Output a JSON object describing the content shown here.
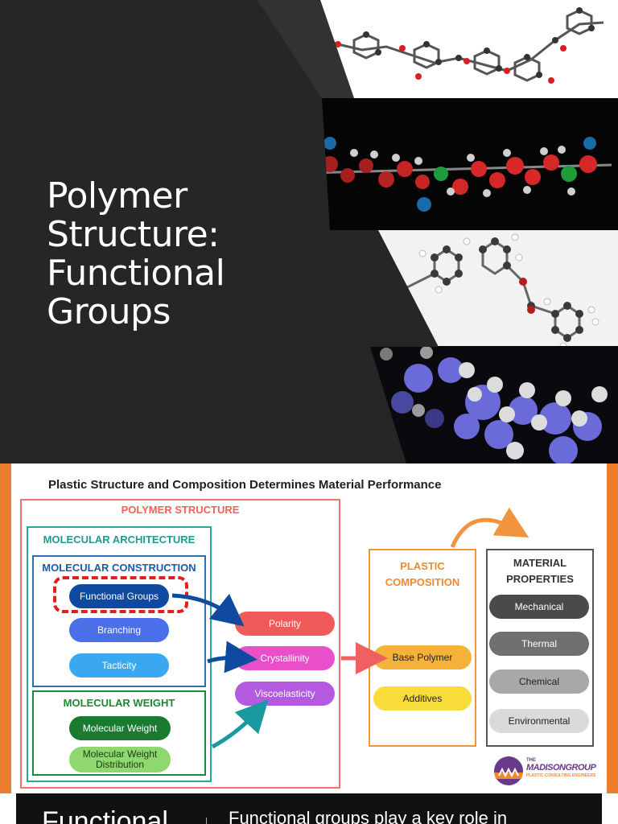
{
  "slide1": {
    "title_lines": [
      "Polymer",
      "Structure:",
      "Functional",
      "Groups"
    ]
  },
  "slide2": {
    "title": "Plastic Structure and Composition Determines Material Performance",
    "polymer_structure": "POLYMER STRUCTURE",
    "molecular_architecture": "MOLECULAR ARCHITECTURE",
    "molecular_construction": "MOLECULAR CONSTRUCTION",
    "construction_items": [
      "Functional Groups",
      "Branching",
      "Tacticity"
    ],
    "molecular_weight_title": "MOLECULAR WEIGHT",
    "weight_items": [
      "Molecular Weight",
      "Molecular Weight Distribution"
    ],
    "properties_mid": [
      "Polarity",
      "Crystallinity",
      "Viscoelasticity"
    ],
    "plastic_composition": "PLASTIC COMPOSITION",
    "composition_items": [
      "Base Polymer",
      "Additives"
    ],
    "material_properties": "MATERIAL PROPERTIES",
    "material_items": [
      "Mechanical",
      "Thermal",
      "Chemical",
      "Environmental"
    ],
    "logo_the": "THE",
    "logo_name": "MADISONGROUP",
    "logo_tagline": "PLASTIC CONSULTING ENGINEERS"
  },
  "slide3": {
    "left_text": "Functional",
    "right_text": "Functional groups play a key role in"
  }
}
